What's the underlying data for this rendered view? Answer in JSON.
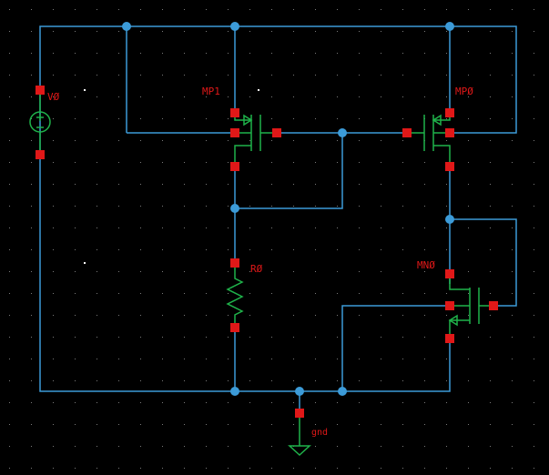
{
  "schematic": {
    "components": {
      "v0": {
        "label": "VØ"
      },
      "mp1": {
        "label": "MP1"
      },
      "mp0": {
        "label": "MPØ"
      },
      "mn0": {
        "label": "MNØ"
      },
      "r0": {
        "label": "RØ"
      }
    },
    "ground": {
      "label": "gnd"
    },
    "colors": {
      "background": "#000000",
      "wire": "#3c9bd8",
      "device": "#1fb24a",
      "pin": "#e01818",
      "label": "#e01818",
      "grid": "#7a7a7a"
    }
  }
}
